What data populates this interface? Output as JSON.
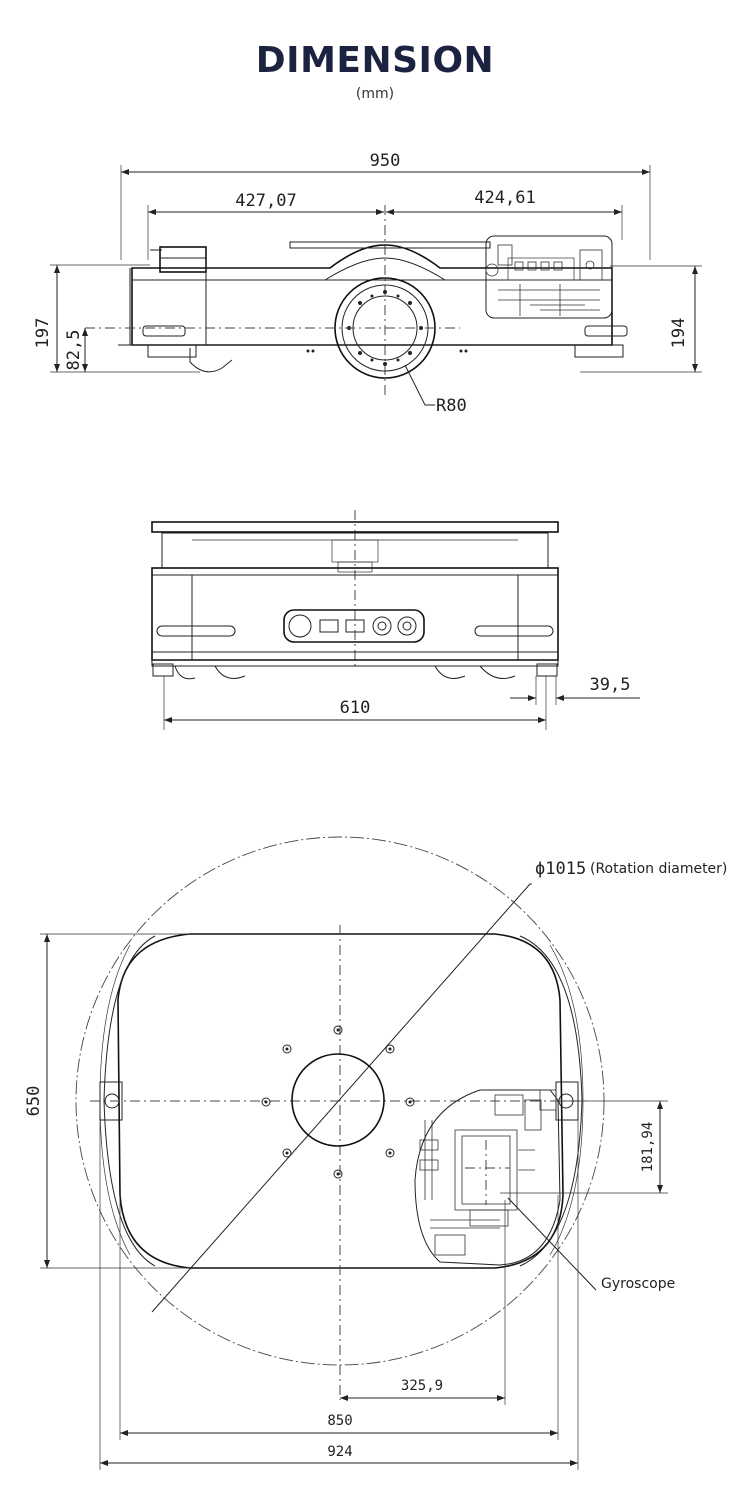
{
  "header": {
    "title": "DIMENSION",
    "unit": "(mm)"
  },
  "side_view": {
    "overall_width": "950",
    "left_to_center": "427,07",
    "right_to_center": "424,61",
    "height_left": "197",
    "height_lower": "82,5",
    "height_right": "194",
    "radius": "R80"
  },
  "front_view": {
    "wheel_base": "610",
    "wheel_offset": "39,5"
  },
  "top_view": {
    "rotation_diameter": "ϕ1015",
    "rotation_note": "(Rotation diameter)",
    "width": "650",
    "gyro_offset_y": "181,94",
    "gyro_offset_x": "325,9",
    "length_body": "850",
    "length_overall": "924",
    "gyroscope_label": "Gyroscope"
  },
  "colors": {
    "title": "#1c2340",
    "lines": "#222222"
  }
}
